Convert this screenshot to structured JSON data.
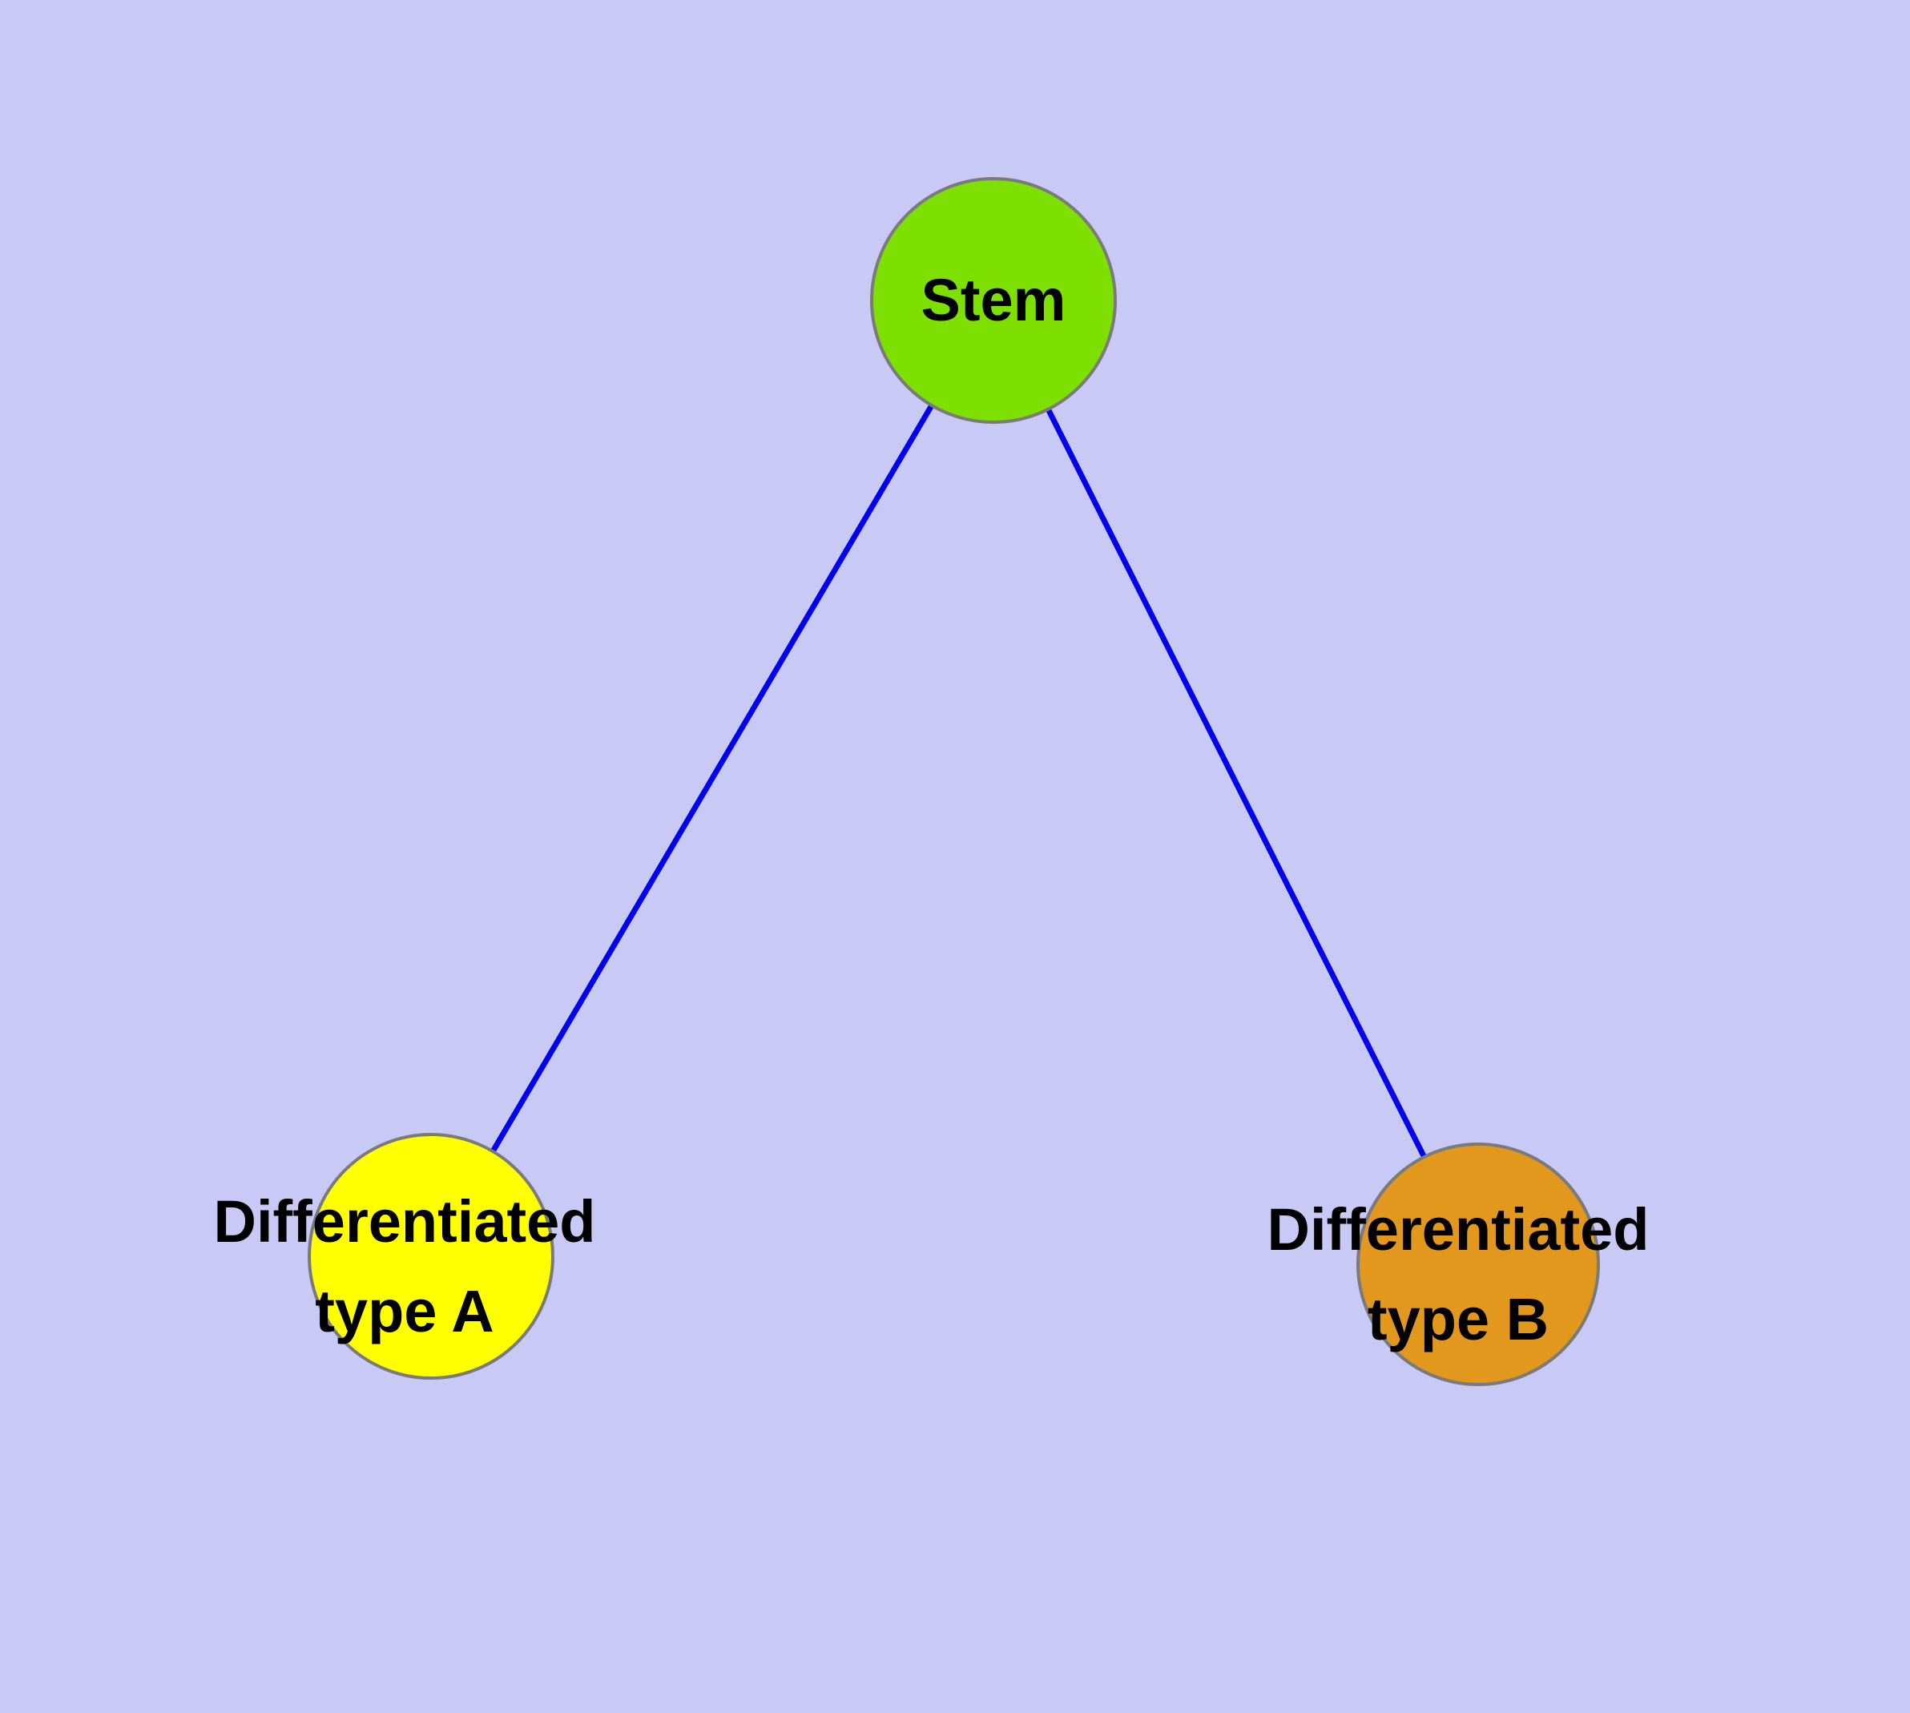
{
  "diagram": {
    "type": "graph",
    "background_color": "#c8c9f4",
    "edge_color": "#0000ee",
    "node_stroke_color": "#7a7a7a",
    "text_color": "#000000",
    "nodes": {
      "stem": {
        "label": "Stem",
        "fill": "#7de000"
      },
      "diff_a": {
        "label_line1": "Differentiated",
        "label_line2": "type A",
        "fill": "#ffff00"
      },
      "diff_b": {
        "label_line1": "Differentiated",
        "label_line2": "type B",
        "fill": "#e2971d"
      }
    },
    "edges": [
      {
        "from": "stem",
        "to": "diff_a"
      },
      {
        "from": "stem",
        "to": "diff_b"
      }
    ]
  }
}
